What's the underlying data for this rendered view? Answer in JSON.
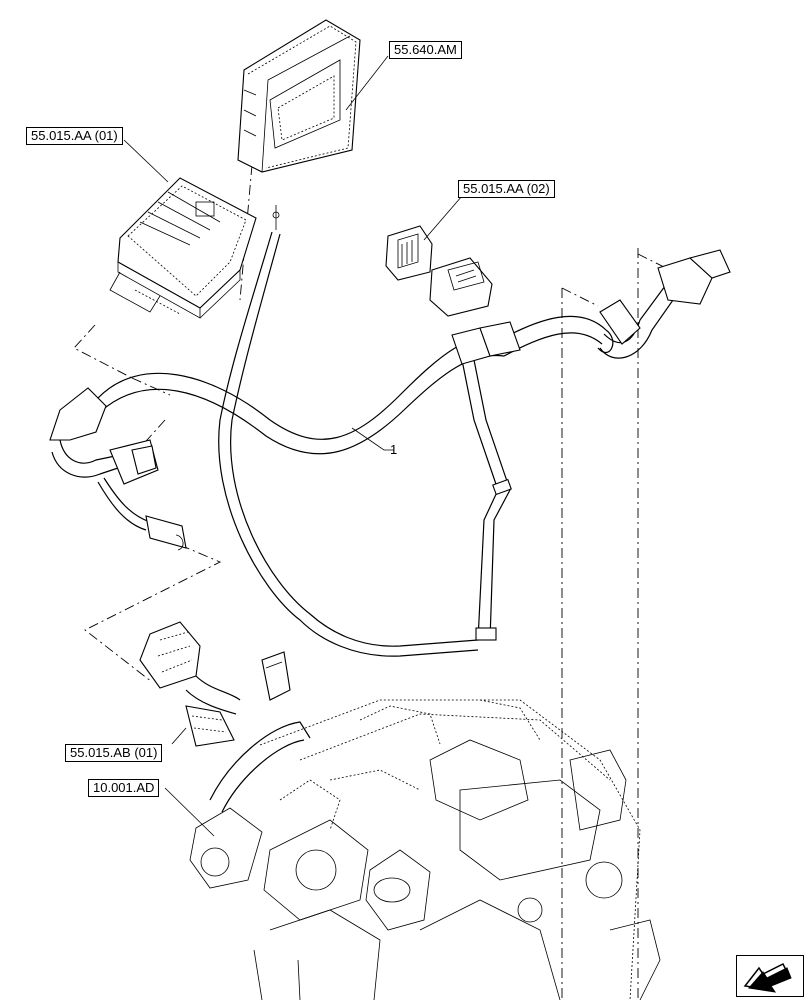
{
  "callouts": {
    "module_55640": "55.640.AM",
    "ecu_55015_01": "55.015.AA (01)",
    "connector_55015_02": "55.015.AA (02)",
    "sensor_55015_ab": "55.015.AB (01)",
    "engine_10001": "10.001.AD"
  },
  "item_number": "1",
  "nav": {
    "icon": "arrow-icon"
  }
}
